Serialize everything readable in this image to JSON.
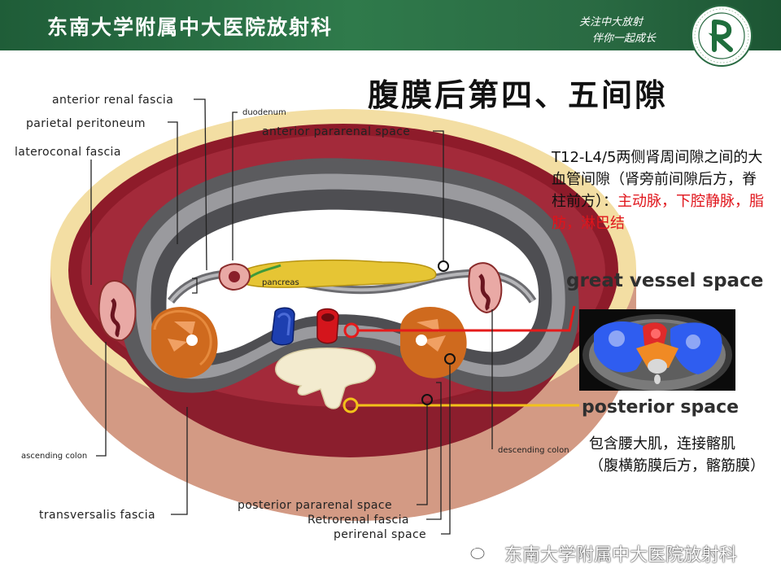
{
  "header": {
    "title": "东南大学附属中大医院放射科",
    "slogan_line1": "关注中大放射",
    "slogan_line2": "伴你一起成长"
  },
  "slide_title": "腹膜后第四、五间隙",
  "labels": {
    "anterior_renal_fascia": "anterior renal fascia",
    "parietal_peritoneum": "parietal peritoneum",
    "lateroconal_fascia": "lateroconal fascia",
    "duodenum": "duodenum",
    "anterior_pararenal_space": "anterior pararenal space",
    "pancreas": "pancreas",
    "ascending_colon": "ascending colon",
    "descending_colon": "descending colon",
    "transversalis_fascia": "transversalis fascia",
    "posterior_pararenal_space": "posterior pararenal space",
    "retrorenal_fascia": "Retrorenal fascia",
    "perirenal_space": "perirenal space"
  },
  "description_top": {
    "black": "T12-L4/5两侧肾周间隙之间的大血管间隙（肾旁前间隙后方，脊柱前方）：",
    "red": "主动脉，下腔静脉，脂肪，淋巴结"
  },
  "callouts": {
    "great_vessel_space": "great vessel space",
    "posterior_space": "posterior space"
  },
  "description_bottom": "包含腰大肌，连接髂肌（腹横筋膜后方，髂筋膜）",
  "footer": "东南大学附属中大医院放射科",
  "colors": {
    "header_green": "#2f7a4b",
    "highlight_red": "#e0141b",
    "pointer_red": "#e51b1b",
    "pointer_yellow": "#f2c21a"
  }
}
